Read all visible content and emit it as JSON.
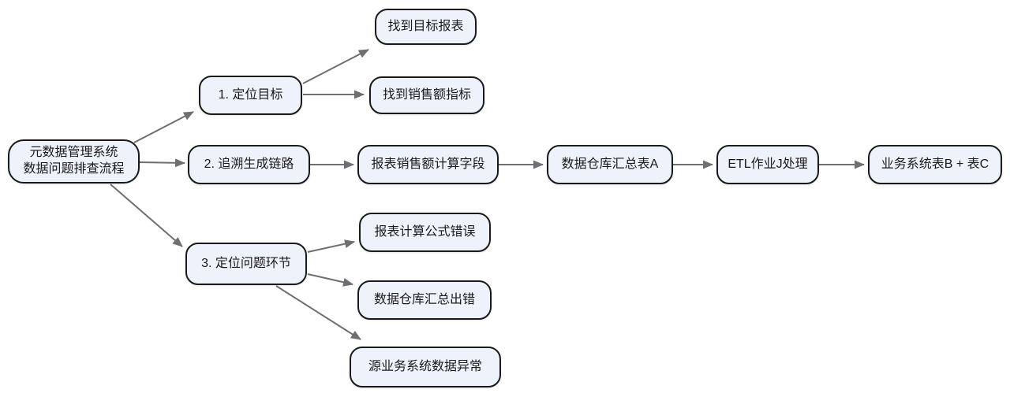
{
  "diagram": {
    "nodes": {
      "root": {
        "label": "元数据管理系统\n数据问题排查流程"
      },
      "step1": {
        "label": "1. 定位目标"
      },
      "step1a": {
        "label": "找到目标报表"
      },
      "step1b": {
        "label": "找到销售额指标"
      },
      "step2": {
        "label": "2. 追溯生成链路"
      },
      "step2a": {
        "label": "报表销售额计算字段"
      },
      "step2b": {
        "label": "数据仓库汇总表A"
      },
      "step2c": {
        "label": "ETL作业J处理"
      },
      "step2d": {
        "label": "业务系统表B + 表C"
      },
      "step3": {
        "label": "3. 定位问题环节"
      },
      "step3a": {
        "label": "报表计算公式错误"
      },
      "step3b": {
        "label": "数据仓库汇总出错"
      },
      "step3c": {
        "label": "源业务系统数据异常"
      }
    },
    "colors": {
      "node_fill": "#eef2fa",
      "node_border": "#1a1a1a",
      "arrow": "#6e6e73",
      "text": "#1a1a1a",
      "background": "#ffffff"
    }
  }
}
